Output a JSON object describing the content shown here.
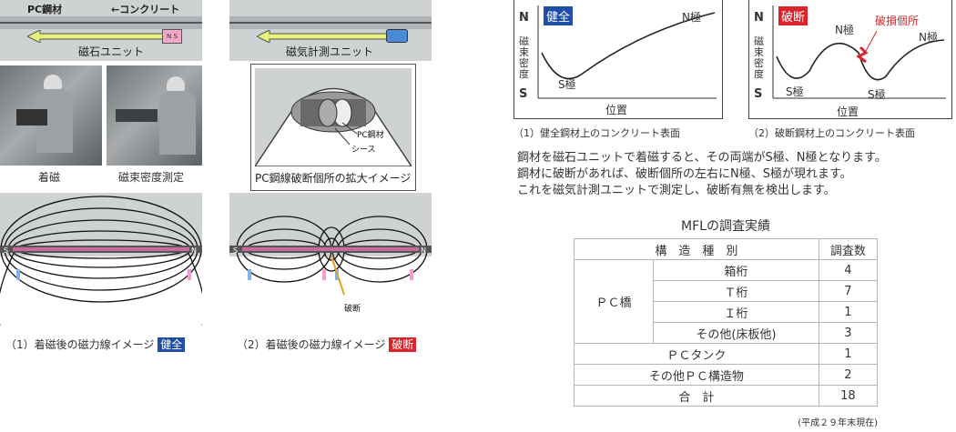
{
  "left": {
    "label_pc": "PC鋼材",
    "label_concrete": "←コンクリート",
    "magnet_unit_label": "磁石ユニット",
    "magnet_ns": "N S",
    "sensor_unit_label": "磁気計測ユニット",
    "photo1_caption": "着磁",
    "photo2_caption": "磁束密度測定",
    "zoom_title": "PC鋼線破断個所の拡大イメージ",
    "zoom_pc": "PC鋼材",
    "zoom_sheath": "シース",
    "break_label": "破断",
    "caption1": "（1）着磁後の磁力線イメージ",
    "badge1": "健全",
    "caption2": "（2）着磁後の磁力線イメージ",
    "badge2": "破断",
    "pole_s": "S",
    "pole_n": "N"
  },
  "graphs": {
    "g1": {
      "badge": "健全",
      "y_n": "N",
      "y_label": "磁束密度",
      "y_s": "S",
      "n_label": "N極",
      "s_label": "S極",
      "x_label": "位置",
      "caption": "（1）健全鋼材上のコンクリート表面"
    },
    "g2": {
      "badge": "破断",
      "y_n": "N",
      "y_label": "磁束密度",
      "y_s": "S",
      "damage_label": "破損個所",
      "n1": "N極",
      "n2": "N極",
      "s1": "S極",
      "s2": "S極",
      "x_label": "位置",
      "caption": "（2）破断鋼材上のコンクリート表面"
    }
  },
  "description": [
    "鋼材を磁石ユニットで着磁すると、その両端がS極、N極となります。",
    "鋼材に破断があれば、破断個所の左右にN極、S極が現れます。",
    "これを磁気計測ユニットで測定し、破断有無を検出します。"
  ],
  "table": {
    "title": "MFLの調査実績",
    "col1": "構　造　種　別",
    "col2": "調査数",
    "pc_bridge": "ＰＣ橋",
    "rows": [
      {
        "type": "箱桁",
        "count": "4"
      },
      {
        "type": "Ｔ桁",
        "count": "7"
      },
      {
        "type": "Ｉ桁",
        "count": "1"
      },
      {
        "type": "その他(床板他)",
        "count": "3"
      }
    ],
    "pc_tank": "ＰＣタンク",
    "pc_tank_count": "1",
    "other": "その他ＰＣ構造物",
    "other_count": "2",
    "total": "合　計",
    "total_count": "18",
    "note": "(平成２９年末現在)"
  },
  "colors": {
    "healthy": "#1f4ea8",
    "broken": "#d9242b",
    "panel": "#cfd2d3"
  }
}
